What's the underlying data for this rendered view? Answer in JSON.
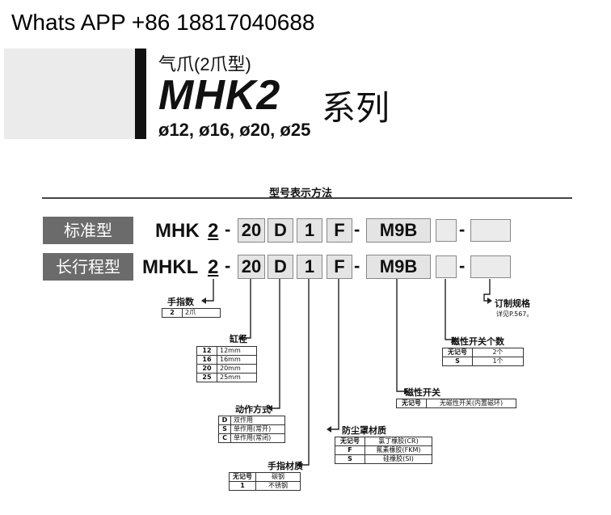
{
  "watermark": "Whats APP +86 18817040688",
  "header": {
    "subtitle": "气爪(2爪型)",
    "model": "MHK2",
    "series_word": "系列",
    "diameters": "ø12, ø16, ø20, ø25"
  },
  "section_title": "型号表示方法",
  "rows": [
    {
      "label": "标准型",
      "prefix": "MHK",
      "num": "2"
    },
    {
      "label": "长行程型",
      "prefix": "MHKL",
      "num": "2"
    }
  ],
  "code": {
    "dash": "-",
    "bore": "20",
    "action": "D",
    "material": "1",
    "cover": "F",
    "switch": "M9B"
  },
  "fingers": {
    "title": "手指数",
    "rows": [
      [
        "2",
        "2爪"
      ]
    ]
  },
  "bore": {
    "title": "缸径",
    "rows": [
      [
        "12",
        "12mm"
      ],
      [
        "16",
        "16mm"
      ],
      [
        "20",
        "20mm"
      ],
      [
        "25",
        "25mm"
      ]
    ]
  },
  "action": {
    "title": "动作方式",
    "rows": [
      [
        "D",
        "双作用"
      ],
      [
        "S",
        "单作用(常开)"
      ],
      [
        "C",
        "单作用(常闭)"
      ]
    ]
  },
  "finger_material": {
    "title": "手指材质",
    "rows": [
      [
        "无记号",
        "碳钢"
      ],
      [
        "1",
        "不锈钢"
      ]
    ]
  },
  "dust_cover": {
    "title": "防尘罩材质",
    "rows": [
      [
        "无记号",
        "氯丁橡胶(CR)"
      ],
      [
        "F",
        "氟素橡胶(FKM)"
      ],
      [
        "S",
        "硅橡胶(SI)"
      ]
    ]
  },
  "auto_switch": {
    "title": "磁性开关",
    "rows": [
      [
        "无记号",
        "无磁性开关(内置磁环)"
      ]
    ]
  },
  "switch_count": {
    "title": "磁性开关个数",
    "rows": [
      [
        "无记号",
        "2个"
      ],
      [
        "S",
        "1个"
      ]
    ]
  },
  "custom": {
    "title": "订制规格",
    "note": "详见P.567。"
  }
}
